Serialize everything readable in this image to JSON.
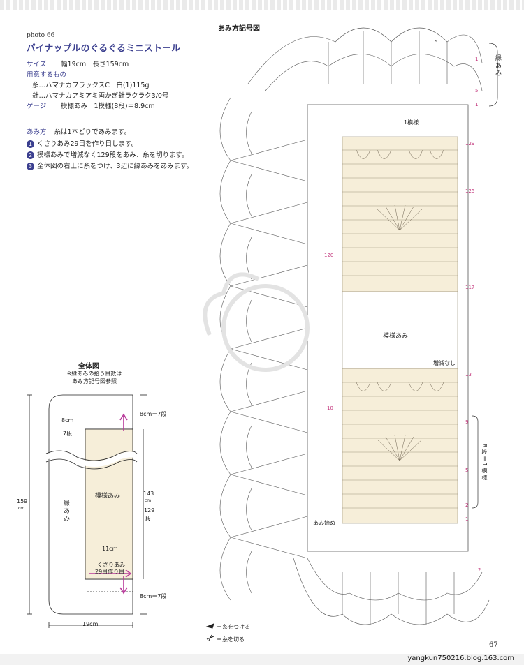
{
  "header": {
    "photo_label": "photo 66",
    "title": "パイナップルのぐるぐるミニストール"
  },
  "specs": {
    "size_key": "サイズ",
    "size_value": "幅19cm　長さ159cm",
    "materials_key": "用意するもの",
    "yarn_line": "糸…ハマナカフラックスC　白(1)115g",
    "hook_line": "針…ハマナカアミアミ両かぎ針ラクラク3/0号",
    "gauge_key": "ゲージ",
    "gauge_value": "模様あみ　1模様(8段)＝8.9cm"
  },
  "instructions": {
    "key": "あみ方",
    "note": "糸は1本どりであみます。",
    "steps": [
      {
        "num": "1",
        "text": "くさりあみ29目を作り目します。"
      },
      {
        "num": "2",
        "text": "模様あみで増減なく129段をあみ、糸を切ります。"
      },
      {
        "num": "3",
        "text": "全体図の右上に糸をつけ、3辺に縁あみをあみます。"
      }
    ]
  },
  "chart": {
    "title": "あみ方記号図",
    "edge_label": "縁あみ",
    "one_pattern": "1模様",
    "pattern_label": "模様あみ",
    "no_change": "増減なし",
    "start_label": "あみ始め",
    "eight_rows": "8段＝1模様",
    "row_labels": [
      "129",
      "125",
      "120",
      "117",
      "13",
      "10",
      "9",
      "5",
      "2",
      "1"
    ],
    "edge_rows": [
      "5",
      "1",
      "5",
      "1",
      "2"
    ]
  },
  "overall": {
    "title": "全体図",
    "note_line1": "※縁あみの拾う目数は",
    "note_line2": "あみ方記号図参照",
    "top_edge": "8cm＝7段",
    "bottom_edge": "8cm＝7段",
    "left_width": "8cm",
    "left_rows": "7段",
    "total_length": "159",
    "total_unit": "cm",
    "body_length": "143",
    "body_unit": "cm",
    "body_rows": "129",
    "body_rows_unit": "段",
    "edge_label": "縁あみ",
    "pattern_label": "模様あみ",
    "width_11": "11cm",
    "chain_label": "くさりあみ",
    "chain_count": "29目作り目",
    "total_width": "19cm"
  },
  "legend": {
    "attach": "＝糸をつける",
    "cut": "＝糸を切る"
  },
  "page_number": "67",
  "blog": "yangkun750216.blog.163.com",
  "colors": {
    "accent": "#3b3f8f",
    "arrow": "#b8399a",
    "fill": "#f6eed9"
  }
}
